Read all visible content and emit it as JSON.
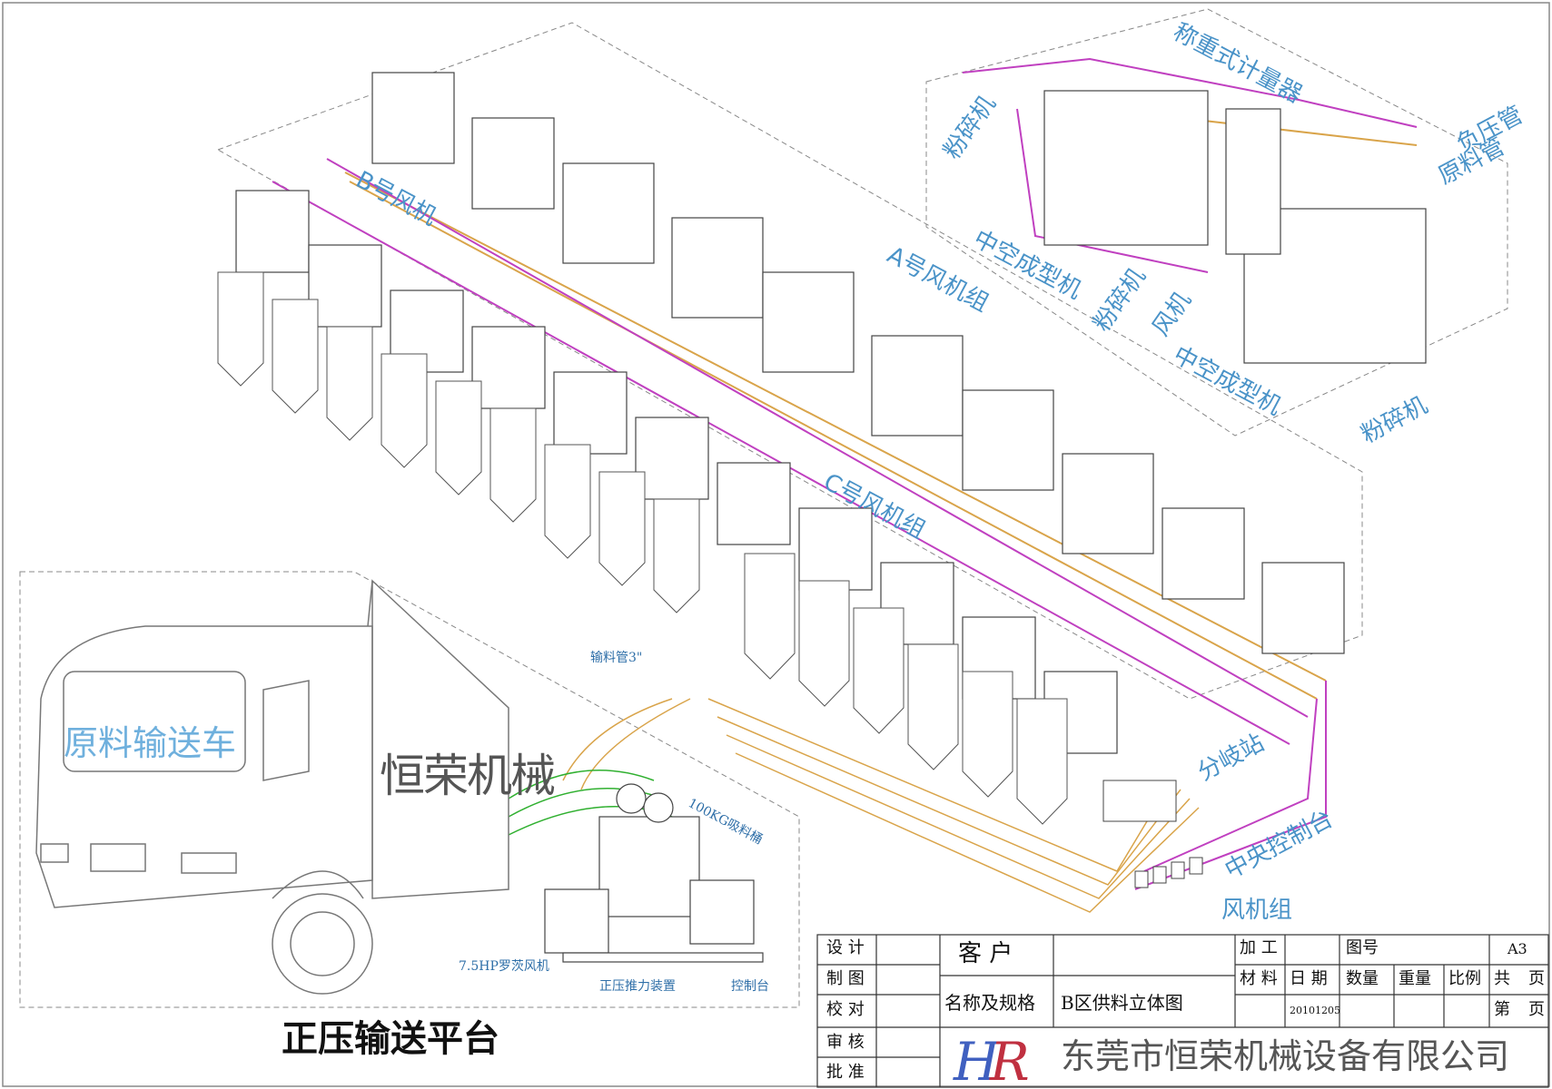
{
  "labels": {
    "weighing_meter": "称重式计量器",
    "crusher_top": "粉碎机",
    "negative_pipe": "负压管",
    "material_pipe": "原料管",
    "b_fan": "B号风机",
    "a_fan_group": "A号风机组",
    "hollow_molding_1": "中空成型机",
    "crusher_mid": "粉碎机",
    "fan_mid": "风机",
    "hollow_molding_2": "中空成型机",
    "crusher_right": "粉碎机",
    "c_fan_group": "C号风机组",
    "feed_pipe": "输料管3\"",
    "branch_station": "分岐站",
    "central_console": "中央控制台",
    "fan_group": "风机组",
    "suction_bucket": "100KG吸料桶",
    "roots_blower": "7.5HP罗茨风机",
    "pressure_device": "正压推力装置",
    "control_panel": "控制台"
  },
  "truck": {
    "side_text": "原料输送车",
    "brand": "恒荣机械"
  },
  "platform_title": "正压输送平台",
  "title_block": {
    "design": "设 计",
    "drafting": "制 图",
    "checking": "校 对",
    "review": "审 核",
    "approve": "批 准",
    "customer": "客  户",
    "name_spec": "名称及规格",
    "drawing_name": "B区供料立体图",
    "process": "加 工",
    "drawing_no": "图号",
    "paper": "A3",
    "material": "材 料",
    "date_label": "日 期",
    "quantity": "数量",
    "weight": "重量",
    "scale": "比例",
    "total": "共",
    "page": "页",
    "sheet": "第",
    "page2": "页",
    "date_value": "20101205",
    "company": "东莞市恒荣机械设备有限公司",
    "logo_text": "HR"
  },
  "colors": {
    "label_blue": "#4a93c8",
    "pipe_orange": "#d9a44a",
    "pipe_magenta": "#c040c0",
    "pipe_green": "#30b030",
    "pipe_red": "#d03030",
    "line_gray": "#555555"
  }
}
